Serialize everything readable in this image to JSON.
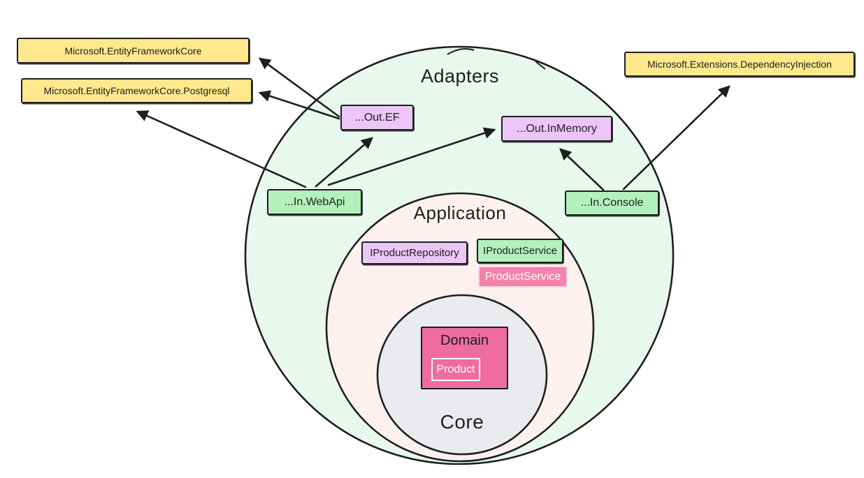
{
  "canvas": {
    "background": "#ffffff",
    "stroke": "#1e1e1e"
  },
  "layers": {
    "adapters": {
      "label": "Adapters",
      "fill": "#e8f8ee"
    },
    "application": {
      "label": "Application",
      "fill": "#fdf1f0"
    },
    "core": {
      "label": "Core",
      "fill": "#e9ebee"
    }
  },
  "external_packages": [
    {
      "id": "efcore",
      "label": "Microsoft.EntityFrameworkCore",
      "fill": "#ffe98c"
    },
    {
      "id": "efcore_postgresql",
      "label": "Microsoft.EntityFrameworkCore.Postgresql",
      "fill": "#ffe98c"
    },
    {
      "id": "di",
      "label": "Microsoft.Extensions.DependencyInjection",
      "fill": "#ffe98c"
    }
  ],
  "nodes": [
    {
      "id": "out_ef",
      "label": "...Out.EF",
      "fill": "#edc6f7",
      "layer": "adapters"
    },
    {
      "id": "out_inmemory",
      "label": "...Out.InMemory",
      "fill": "#edc6f7",
      "layer": "adapters"
    },
    {
      "id": "in_webapi",
      "label": "...In.WebApi",
      "fill": "#b3f1bc",
      "layer": "adapters"
    },
    {
      "id": "in_console",
      "label": "...In.Console",
      "fill": "#b3f1bc",
      "layer": "adapters"
    },
    {
      "id": "iproduct_repository",
      "label": "IProductRepository",
      "fill": "#edc6f7",
      "layer": "application"
    },
    {
      "id": "iproduct_service",
      "label": "IProductService",
      "fill": "#b3f1bc",
      "layer": "application"
    },
    {
      "id": "product_service",
      "label": "ProductService",
      "fill": "#f283aa",
      "text_color": "#ffffff",
      "layer": "application"
    },
    {
      "id": "domain",
      "label": "Domain",
      "fill": "#ee6d9d",
      "layer": "core"
    },
    {
      "id": "product",
      "label": "Product",
      "fill": "transparent",
      "text_color": "#ffffff",
      "layer": "core",
      "parent": "domain"
    }
  ],
  "arrows": [
    {
      "from": "in_webapi",
      "to": "efcore_postgresql"
    },
    {
      "from": "in_webapi",
      "to": "out_ef"
    },
    {
      "from": "in_webapi",
      "to": "out_inmemory"
    },
    {
      "from": "out_ef",
      "to": "efcore"
    },
    {
      "from": "out_ef",
      "to": "efcore_postgresql"
    },
    {
      "from": "in_console",
      "to": "out_inmemory"
    },
    {
      "from": "in_console",
      "to": "di"
    }
  ]
}
